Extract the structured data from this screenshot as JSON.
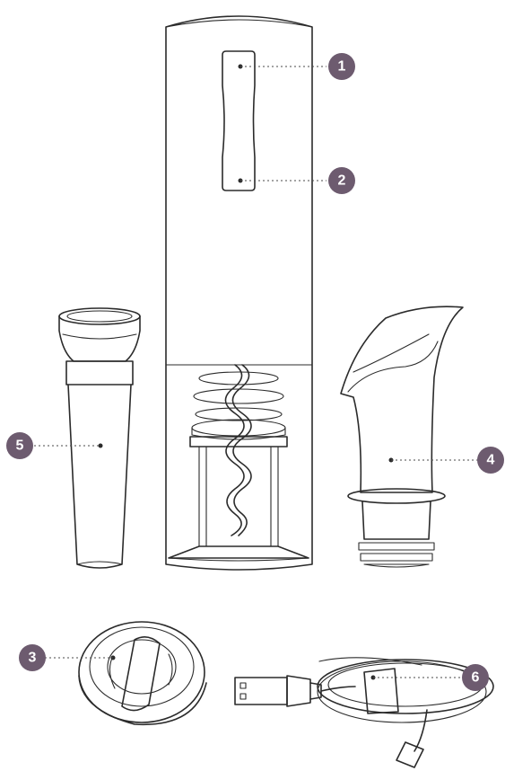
{
  "callouts": [
    {
      "id": "1",
      "label": "1"
    },
    {
      "id": "2",
      "label": "2"
    },
    {
      "id": "3",
      "label": "3"
    },
    {
      "id": "4",
      "label": "4"
    },
    {
      "id": "5",
      "label": "5"
    },
    {
      "id": "6",
      "label": "6"
    }
  ],
  "colors": {
    "badge": "#6d5b6f",
    "badge_text": "#ffffff",
    "line": "#2b2b2b",
    "background": "#ffffff"
  },
  "parts": [
    {
      "name": "corkscrew-body-icon"
    },
    {
      "name": "wine-stopper-icon"
    },
    {
      "name": "wine-pourer-icon"
    },
    {
      "name": "foil-cutter-icon"
    },
    {
      "name": "usb-cable-icon"
    }
  ]
}
